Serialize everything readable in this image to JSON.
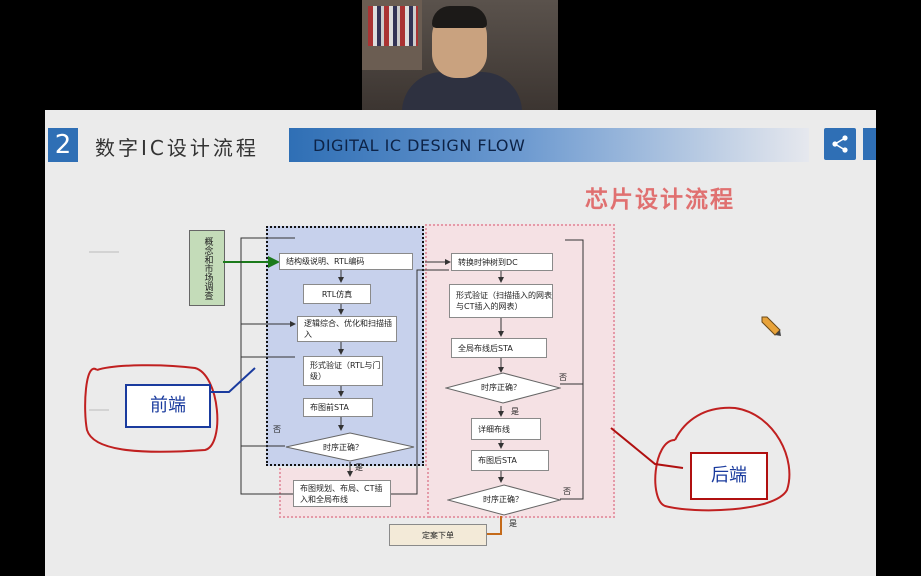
{
  "slide": {
    "section_number": "2",
    "section_title": "数字IC设计流程",
    "title_en": "DIGITAL IC DESIGN FLOW",
    "chip_title": "芯片设计流程",
    "icons": {
      "share": "share-icon",
      "pencil": "pencil-icon"
    }
  },
  "flow": {
    "concept": "概念和市场调查",
    "front": {
      "step1": "结构级说明、RTL编码",
      "step2": "RTL仿真",
      "step3": "逻辑综合、优化和扫描插入",
      "step4": "形式验证（RTL与门级）",
      "step5": "布图前STA",
      "decision": "时序正确？"
    },
    "floorplan": "布图规划、布局、CT插入和全局布线",
    "back": {
      "step1": "转换时钟树到DC",
      "step2": "形式验证（扫描插入的网表与CT插入的网表）",
      "step3": "全局布线后STA",
      "decision1": "时序正确？",
      "step4": "详细布线",
      "step5": "布图后STA",
      "decision2": "时序正确？"
    },
    "tapeout": "定案下单",
    "yes": "是",
    "no": "否"
  },
  "annotations": {
    "front": "前端",
    "back": "后端"
  },
  "colors": {
    "accent_blue": "#2f6fb5",
    "title_red": "#e07070",
    "ink_red": "#b01010",
    "ink_blue": "#1a3b9e"
  }
}
